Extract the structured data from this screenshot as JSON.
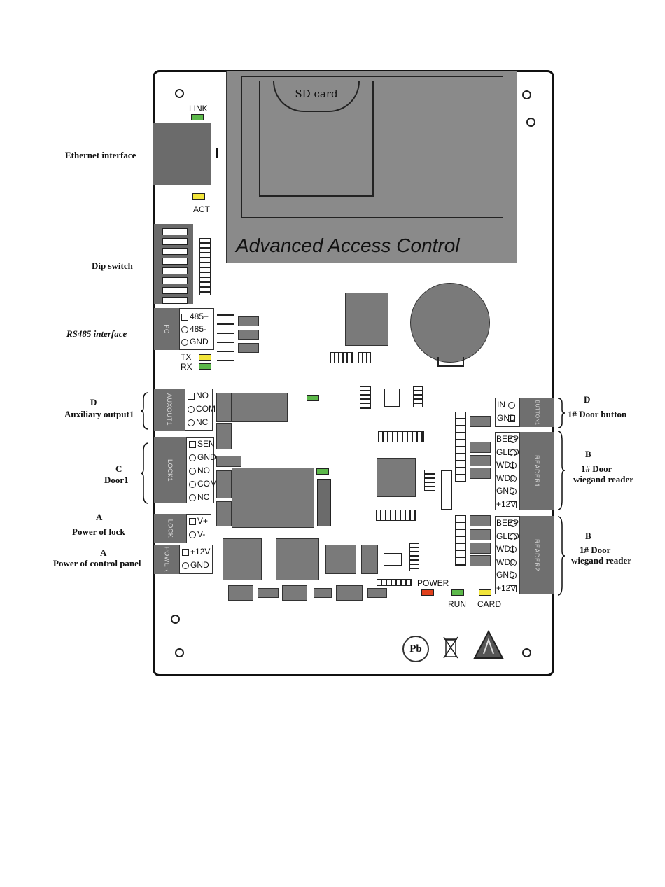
{
  "board": {
    "title": "Advanced Access Control",
    "sd_label": "SD card",
    "link_label": "LINK",
    "act_label": "ACT",
    "tx_label": "TX",
    "rx_label": "RX",
    "power_led": "POWER",
    "run_led": "RUN",
    "card_led": "CARD",
    "pb_mark": "Pb"
  },
  "colors": {
    "led_green": "#5cb84a",
    "led_yellow": "#f2e53a",
    "led_red": "#e0401c"
  },
  "left_labels": {
    "ethernet": "Ethernet interface",
    "dip": "Dip switch",
    "rs485": "RS485  interface",
    "aux_letter": "D",
    "aux": "Auxiliary output1",
    "door_letter": "C",
    "door": "Door1",
    "lockpower_letter": "A",
    "lockpower": "Power of lock",
    "panelpower_letter": "A",
    "panelpower": "Power of control panel"
  },
  "right_labels": {
    "button_letter": "D",
    "button": "1# Door button",
    "reader1_letter": "B",
    "reader1_line1": "1# Door",
    "reader1_line2": "wiegand reader",
    "reader2_letter": "B",
    "reader2_line1": "1# Door",
    "reader2_line2": "wiegand reader"
  },
  "connectors": {
    "pc": {
      "plug": "PC",
      "pins": [
        "485+",
        "485-",
        "GND"
      ]
    },
    "aux": {
      "plug": "AUXOUT1",
      "pins": [
        "NO",
        "COM",
        "NC"
      ]
    },
    "lock1": {
      "plug": "LOCK1",
      "pins": [
        "SEN",
        "GND",
        "NO",
        "COM",
        "NC"
      ]
    },
    "lock": {
      "plug": "LOCK",
      "pins": [
        "V+",
        "V-"
      ]
    },
    "power": {
      "plug": "POWER",
      "pins": [
        "+12V",
        "GND"
      ]
    },
    "button": {
      "plug": "BUTTON1",
      "pins": [
        "IN",
        "GND"
      ]
    },
    "reader1": {
      "plug": "READER1",
      "pins": [
        "BEEP",
        "GLED",
        "WD1",
        "WD0",
        "GND",
        "+12V"
      ]
    },
    "reader2": {
      "plug": "READER2",
      "pins": [
        "BEEP",
        "GLED",
        "WD1",
        "WD0",
        "GND",
        "+12V"
      ]
    }
  }
}
